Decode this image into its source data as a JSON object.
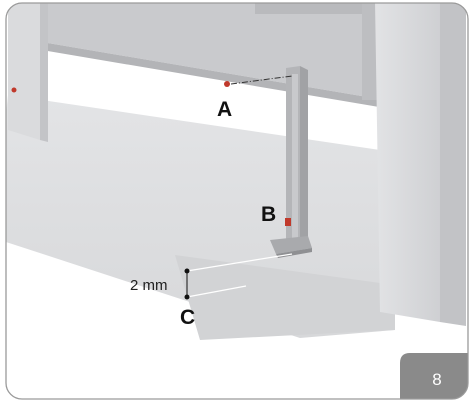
{
  "callouts": {
    "a": "A",
    "b": "B",
    "c": "C"
  },
  "dimension": "2 mm",
  "figure_number": "8",
  "colors": {
    "badge": "#8a8a8a",
    "screw": "#c0392b",
    "frame_border": "#9a9a9a"
  }
}
